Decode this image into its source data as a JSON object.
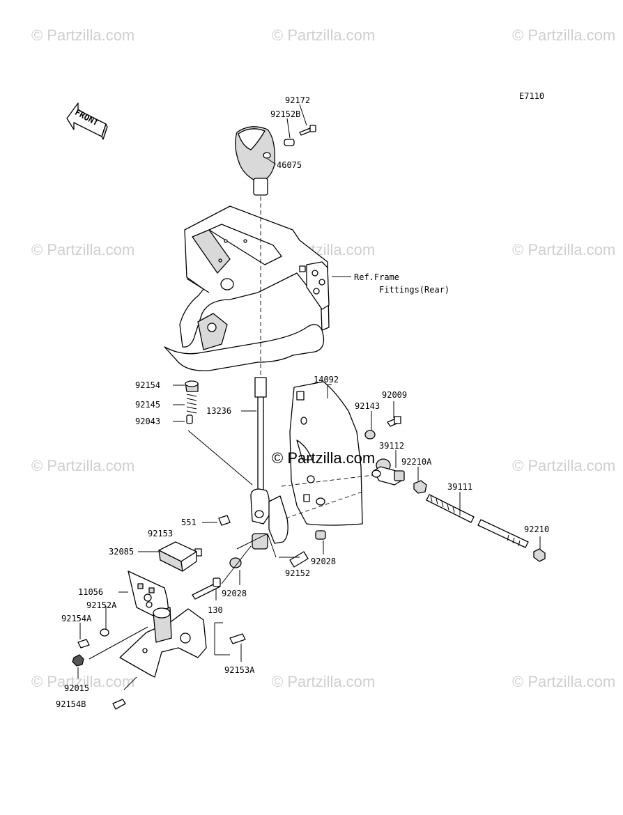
{
  "diagram_code": "E7110",
  "front_label": "FRONT",
  "ref_note": {
    "line1": "Ref.Frame",
    "line2": "Fittings(Rear)"
  },
  "watermark": "© Partzilla.com",
  "watermark_center": "© Partzilla.com",
  "parts": {
    "p92172": "92172",
    "p92152B": "92152B",
    "p46075": "46075",
    "p92154": "92154",
    "p92145": "92145",
    "p92043": "92043",
    "p13236": "13236",
    "p14092": "14092",
    "p92009": "92009",
    "p92143": "92143",
    "p39112": "39112",
    "p92210A": "92210A",
    "p39111": "39111",
    "p92210": "92210",
    "p551": "551",
    "p92153": "92153",
    "p32085": "32085",
    "p11056": "11056",
    "p92152A": "92152A",
    "p92154A": "92154A",
    "p92015": "92015",
    "p92154B": "92154B",
    "p92028a": "92028",
    "p92028b": "92028",
    "p92152": "92152",
    "p130": "130",
    "p92153A": "92153A"
  }
}
